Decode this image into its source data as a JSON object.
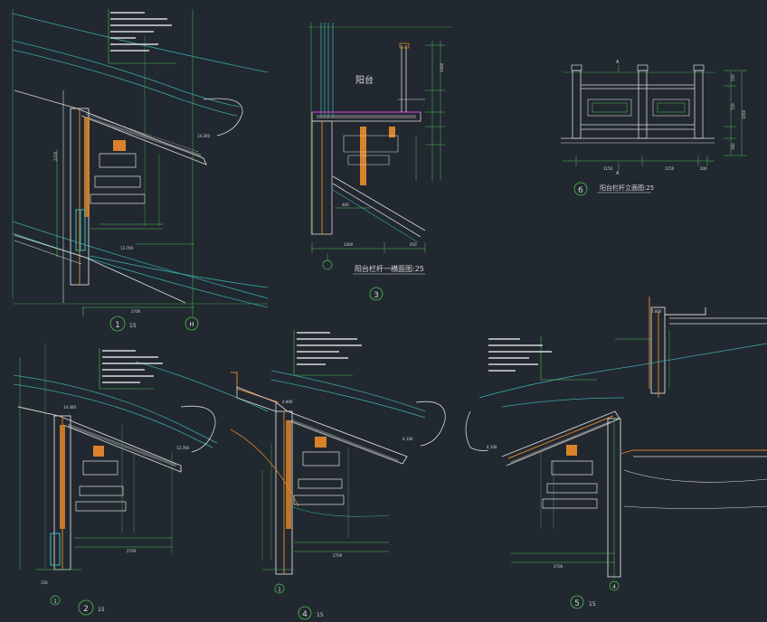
{
  "colors": {
    "background": "#212830",
    "line_cyan": "#39a8a8",
    "line_green": "#4ec04e",
    "line_white": "#d8d8d8",
    "line_orange": "#d9822b",
    "line_magenta": "#c040c0",
    "line_yellow": "#d8d040"
  },
  "detail_1": {
    "number": "1",
    "scale": "15",
    "axis": "H",
    "dim_width": "2700",
    "dim_height": "2370",
    "level_a": "14.300",
    "level_b": "13.700"
  },
  "detail_2": {
    "number": "2",
    "scale": "15",
    "axis": "1",
    "dim_width": "2700",
    "level_a": "14.300",
    "level_b": "13.700",
    "dim_bottom": "150"
  },
  "detail_3": {
    "number": "3",
    "title": "阳台栏杆一横面图:25",
    "room_label": "阳台",
    "dim_a": "1400",
    "dim_b": "450",
    "dim_c": "1000",
    "dim_d": "400"
  },
  "detail_4": {
    "number": "4",
    "scale": "15",
    "axis": "1",
    "dim_width": "2700",
    "level_a": "4.800",
    "level_b": "4.100"
  },
  "detail_5": {
    "number": "5",
    "scale": "15",
    "axis": "4",
    "dim_width": "2700",
    "level_a": "7.800",
    "level_b": "4.100"
  },
  "detail_6": {
    "number": "6",
    "title": "阳台栏杆立面图:25",
    "marker_a": "A",
    "marker_b": "A",
    "dim_a": "1150",
    "dim_b": "1150",
    "dim_c": "200",
    "dim_d": "150",
    "dim_e": "720",
    "dim_f": "160",
    "dim_total": "1050"
  }
}
